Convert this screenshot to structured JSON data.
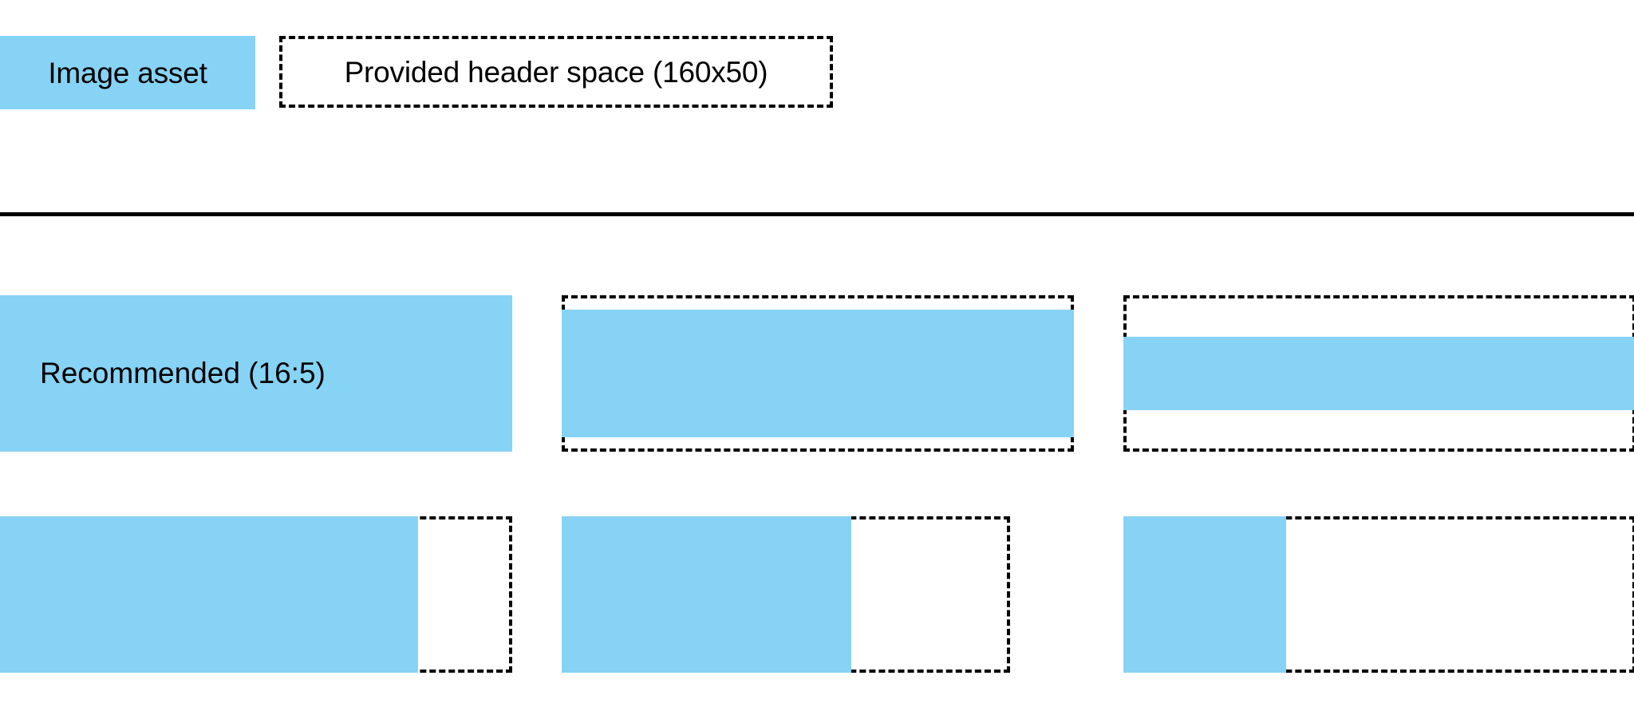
{
  "page": {
    "background_color": "#ffffff",
    "accent_color": "#87d3f5",
    "outline_color": "#000000"
  },
  "header": {
    "asset_swatch_label": "Image asset",
    "provided_space_label": "Provided header space (160x50)"
  },
  "divider": {
    "style": "solid",
    "color": "#000000"
  },
  "ratio_row": {
    "cells": [
      {
        "label": "Recommended (16:5)",
        "fill_mode": "full-bleed",
        "ratio": "16:5"
      },
      {
        "label": "",
        "fill_mode": "vertically-inset",
        "ratio": "16:5"
      },
      {
        "label": "",
        "fill_mode": "centered-band",
        "ratio": "16:5"
      }
    ]
  },
  "width_row": {
    "cells": [
      {
        "label": "",
        "fill_mode": "left-aligned-wide"
      },
      {
        "label": "",
        "fill_mode": "left-aligned-medium"
      },
      {
        "label": "",
        "fill_mode": "left-aligned-narrow"
      }
    ]
  }
}
